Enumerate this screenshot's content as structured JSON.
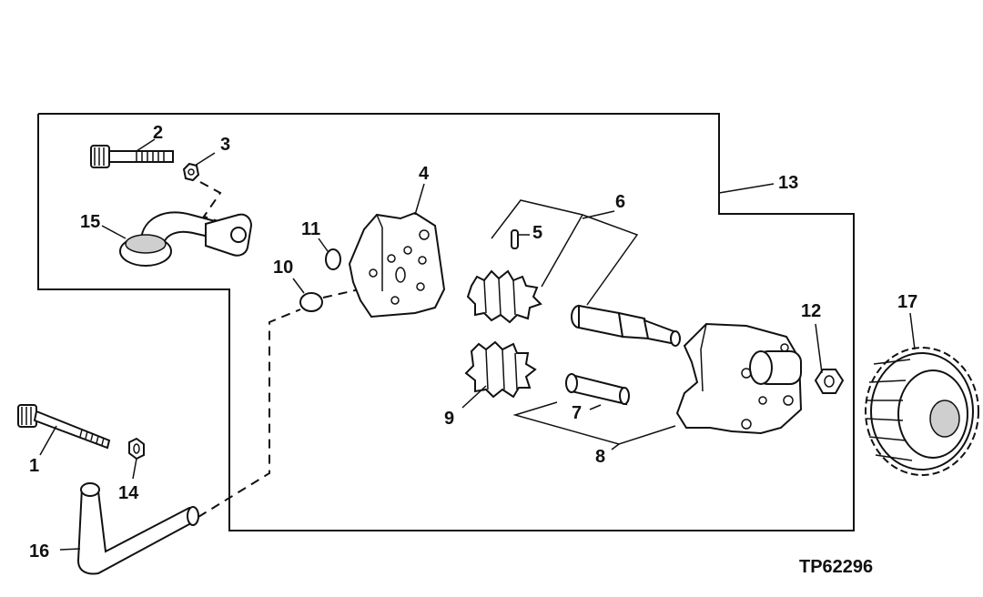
{
  "figure_id": "TP62296",
  "callouts": {
    "c1": "1",
    "c2": "2",
    "c3": "3",
    "c4": "4",
    "c5": "5",
    "c6": "6",
    "c7": "7",
    "c8": "8",
    "c9": "9",
    "c10": "10",
    "c11": "11",
    "c12": "12",
    "c13": "13",
    "c14": "14",
    "c15": "15",
    "c16": "16",
    "c17": "17"
  }
}
